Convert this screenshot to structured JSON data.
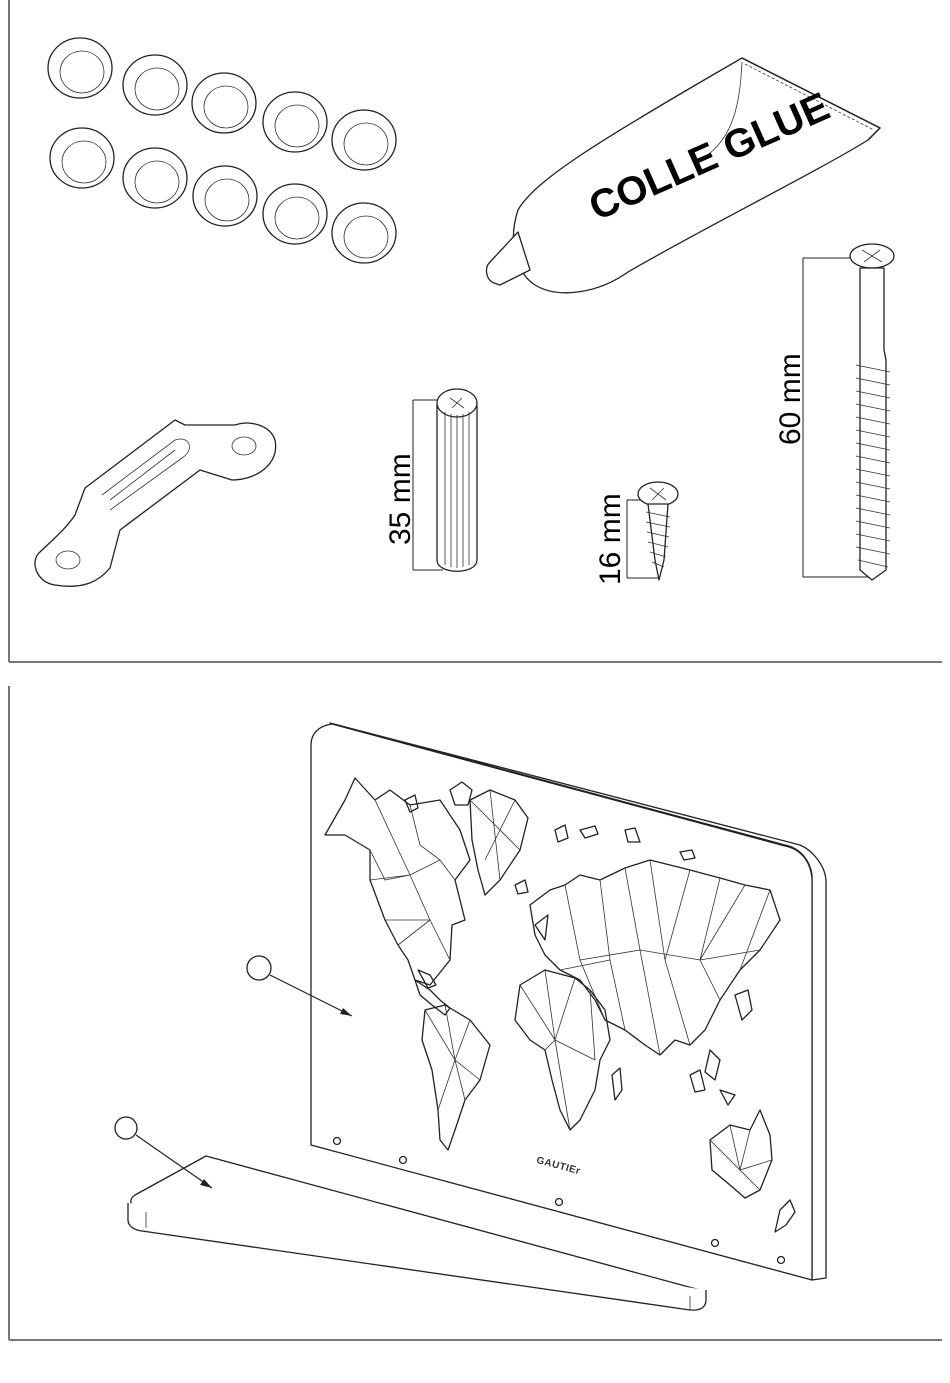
{
  "top_panel": {
    "glue_text": "COLLE GLUE",
    "dowel_label": "35 mm",
    "short_screw_label": "16 mm",
    "long_screw_label": "60 mm"
  },
  "bottom_panel": {
    "brand_text": "GAUTIEr",
    "callout_back_panel": "",
    "callout_shelf": ""
  }
}
